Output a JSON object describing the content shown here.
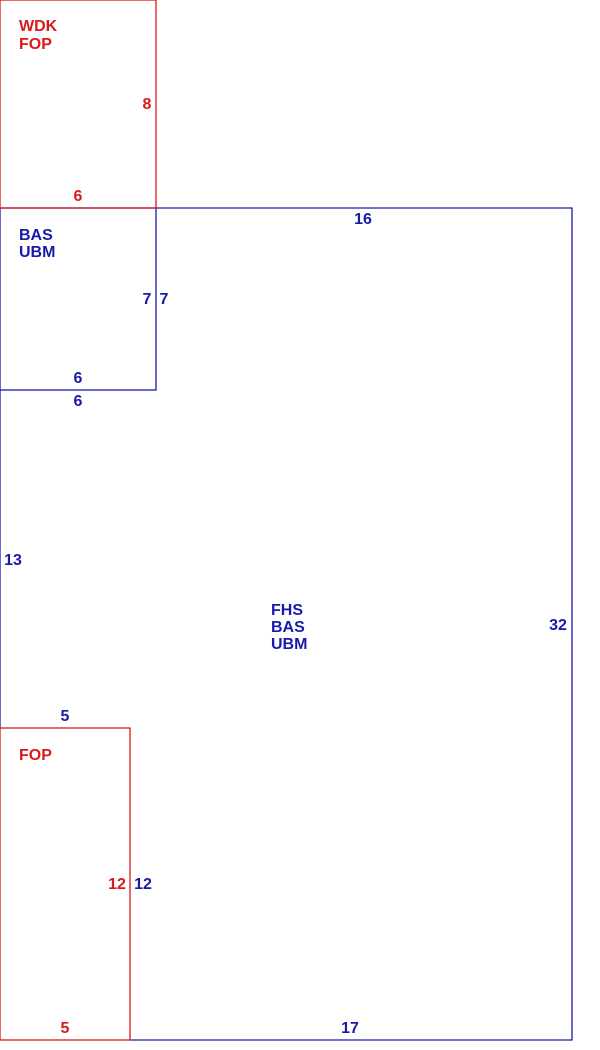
{
  "colors": {
    "red": "#d91a1a",
    "blue": "#1a1aaa"
  },
  "rooms": [
    {
      "id": "wdk-fop",
      "color": "red",
      "labels": [
        "WDK",
        "FOP"
      ],
      "dims": [
        "8",
        "6"
      ]
    },
    {
      "id": "bas-ubm",
      "color": "blue",
      "labels": [
        "BAS",
        "UBM"
      ],
      "dims": [
        "7",
        "6"
      ]
    },
    {
      "id": "fhs-bas-ubm",
      "color": "blue",
      "labels": [
        "FHS",
        "BAS",
        "UBM"
      ],
      "dims": [
        "16",
        "7",
        "6",
        "13",
        "32",
        "5",
        "12",
        "17"
      ]
    },
    {
      "id": "fop",
      "color": "red",
      "labels": [
        "FOP"
      ],
      "dims": [
        "12",
        "5"
      ]
    }
  ]
}
